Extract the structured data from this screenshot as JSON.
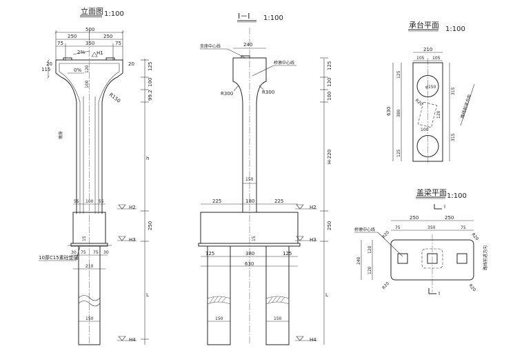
{
  "titles": {
    "elevation": "立面图",
    "section": "I－I",
    "cap_plan": "承台平面",
    "beam_plan": "盖梁平面",
    "scale": "1:100"
  },
  "elevation": {
    "d_500": "500",
    "d_250a": "250",
    "d_250b": "250",
    "d_75a": "75",
    "d_350": "350",
    "d_75b": "75",
    "slope_top": "2%",
    "h1": "H1",
    "slope_mid": "0%",
    "d_115": "115",
    "d_20a": "20",
    "d_20b": "20",
    "d_100v": "100",
    "d_120v": "120",
    "r150": "R150",
    "side_note": "墩身",
    "v_125": "125",
    "v_100": "100",
    "v_99": "99.2",
    "v_h": "h",
    "v_250": "250",
    "v_l": "L",
    "d_55a": "55",
    "d_100b": "100",
    "d_55b": "55",
    "h2": "H2",
    "h3": "H3",
    "h4": "H4",
    "d_15": "15",
    "cushion": "10厚C15素砼垫层",
    "d_30a": "30",
    "d_75c": "75",
    "d_75d": "75",
    "d_30b": "30",
    "d_210": "210",
    "d_150": "150"
  },
  "section": {
    "bearing_cl": "支座中心线",
    "pier_cl": "桥墩中心线",
    "d_240": "240",
    "r300a": "R300",
    "r300b": "R300",
    "d_150top": "150",
    "d_225a": "225",
    "d_180": "180",
    "d_225b": "225",
    "h2": "H2",
    "h3": "H3",
    "h4": "H4",
    "d_15": "15",
    "d_125": "125",
    "d_380": "380",
    "d_125b": "125",
    "d_630": "630",
    "d_150a": "150",
    "d_150b": "150",
    "v_125": "125",
    "v_120": "120",
    "v_100": "100",
    "v_h": "H-220",
    "v_250": "250",
    "v_l": "L"
  },
  "cap": {
    "d_210": "210",
    "d_105a": "105",
    "d_105b": "105",
    "v_630": "630",
    "v_125a": "125",
    "v_380": "380",
    "v_125b": "125",
    "v_315a": "315",
    "v_315b": "315",
    "phi150": "φ150",
    "d_100": "100",
    "d_120": "120",
    "d_r": "R20",
    "road_dir": "路线前进方向"
  },
  "beam": {
    "sec_mark": "I",
    "d_250a": "250",
    "d_250b": "250",
    "d_75a": "75",
    "d_350": "350",
    "d_75b": "75",
    "pier_cl": "桥墩中心线",
    "v_240": "240",
    "v_120a": "120",
    "v_120b": "120",
    "r20a": "R20",
    "r20b": "R20",
    "r20c": "R20",
    "r20d": "R20",
    "road_dir": "路线前进方向"
  }
}
